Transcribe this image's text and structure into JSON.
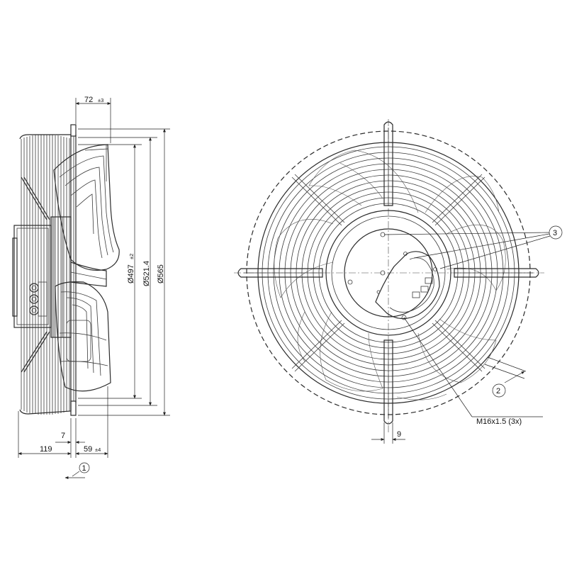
{
  "dimensions": {
    "guard_depth": "72",
    "guard_depth_tol": "±3",
    "d_inner": "Ø497",
    "d_inner_tol": "±2",
    "d_mid": "Ø521.4",
    "d_outer": "Ø565",
    "motor_depth": "119",
    "flange_thickness": "7",
    "blade_offset": "59",
    "blade_offset_tol": "±4",
    "slot_width": "9"
  },
  "callouts": {
    "c1": "1",
    "c2": "2",
    "c3": "3",
    "thread": "M16x1.5 (3x)"
  }
}
